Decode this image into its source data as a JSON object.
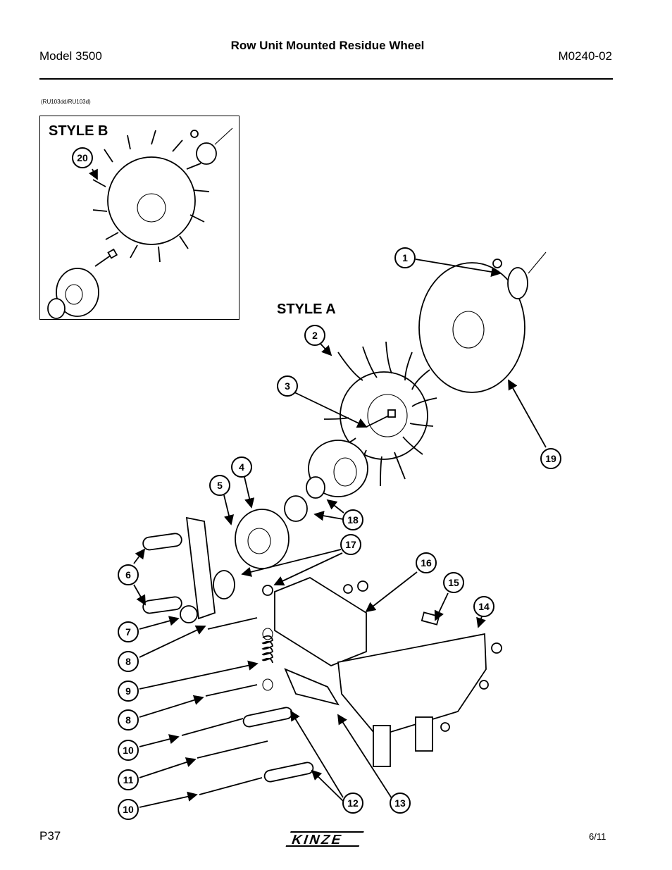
{
  "header": {
    "model": "Model 3500",
    "title": "Row Unit Mounted Residue Wheel",
    "doc_number": "M0240-02"
  },
  "figure_ref": "(RU103dd/RU103d)",
  "style_b_label": "STYLE B",
  "style_a_label": "STYLE A",
  "callouts": {
    "c1": "1",
    "c2": "2",
    "c3": "3",
    "c4": "4",
    "c5": "5",
    "c6": "6",
    "c7": "7",
    "c8a": "8",
    "c8b": "8",
    "c9": "9",
    "c10a": "10",
    "c10b": "10",
    "c11": "11",
    "c12": "12",
    "c13": "13",
    "c14": "14",
    "c15": "15",
    "c16": "16",
    "c17": "17",
    "c18": "18",
    "c19": "19",
    "c20": "20"
  },
  "footer": {
    "page": "P37",
    "logo": "KINZE",
    "date": "6/11"
  }
}
